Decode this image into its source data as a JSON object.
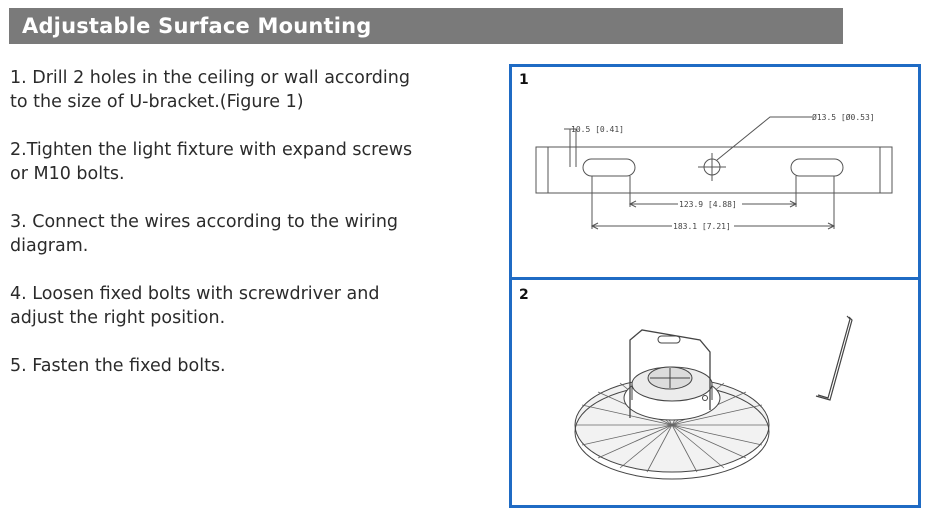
{
  "header": {
    "title": "Adjustable Surface Mounting"
  },
  "steps": [
    "1. Drill 2 holes in the ceiling or wall according\nto the size of U-bracket.(Figure 1)",
    "2.Tighten the light fixture with expand screws\nor M10 bolts.",
    "3. Connect the wires according to the wiring\ndiagram.",
    "4. Loosen fixed bolts with screwdriver and\nadjust the right position.",
    "5. Fasten the fixed bolts."
  ],
  "figure1": {
    "number": "1",
    "dim_slot_width": "10.5 [0.41]",
    "dim_hole_diameter": "Ø13.5 [Ø0.53]",
    "dim_slot_spacing": "123.9 [4.88]",
    "dim_overall": "183.1 [7.21]"
  },
  "figure2": {
    "number": "2"
  },
  "colors": {
    "frame": "#1f6bc4",
    "title_bar": "#7a7a7a"
  }
}
